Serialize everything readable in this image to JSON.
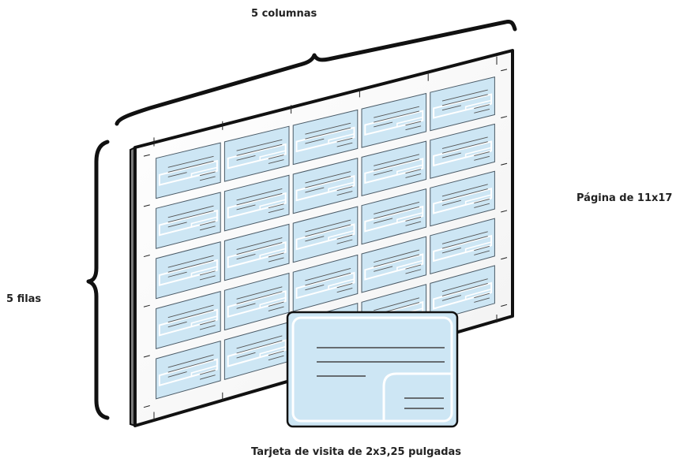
{
  "labels": {
    "columns": "5 columnas",
    "rows": "5 filas",
    "page": "Página de 11x17",
    "card": "Tarjeta de visita de 2x3,25 pulgadas"
  },
  "layout_grid": {
    "columns": 5,
    "rows": 5
  },
  "colors": {
    "card_fill": "#cde6f4",
    "card_stroke": "#4a5a66",
    "sheet_fill": "#ffffff",
    "sheet_edge": "#777777",
    "outline": "#111111"
  }
}
